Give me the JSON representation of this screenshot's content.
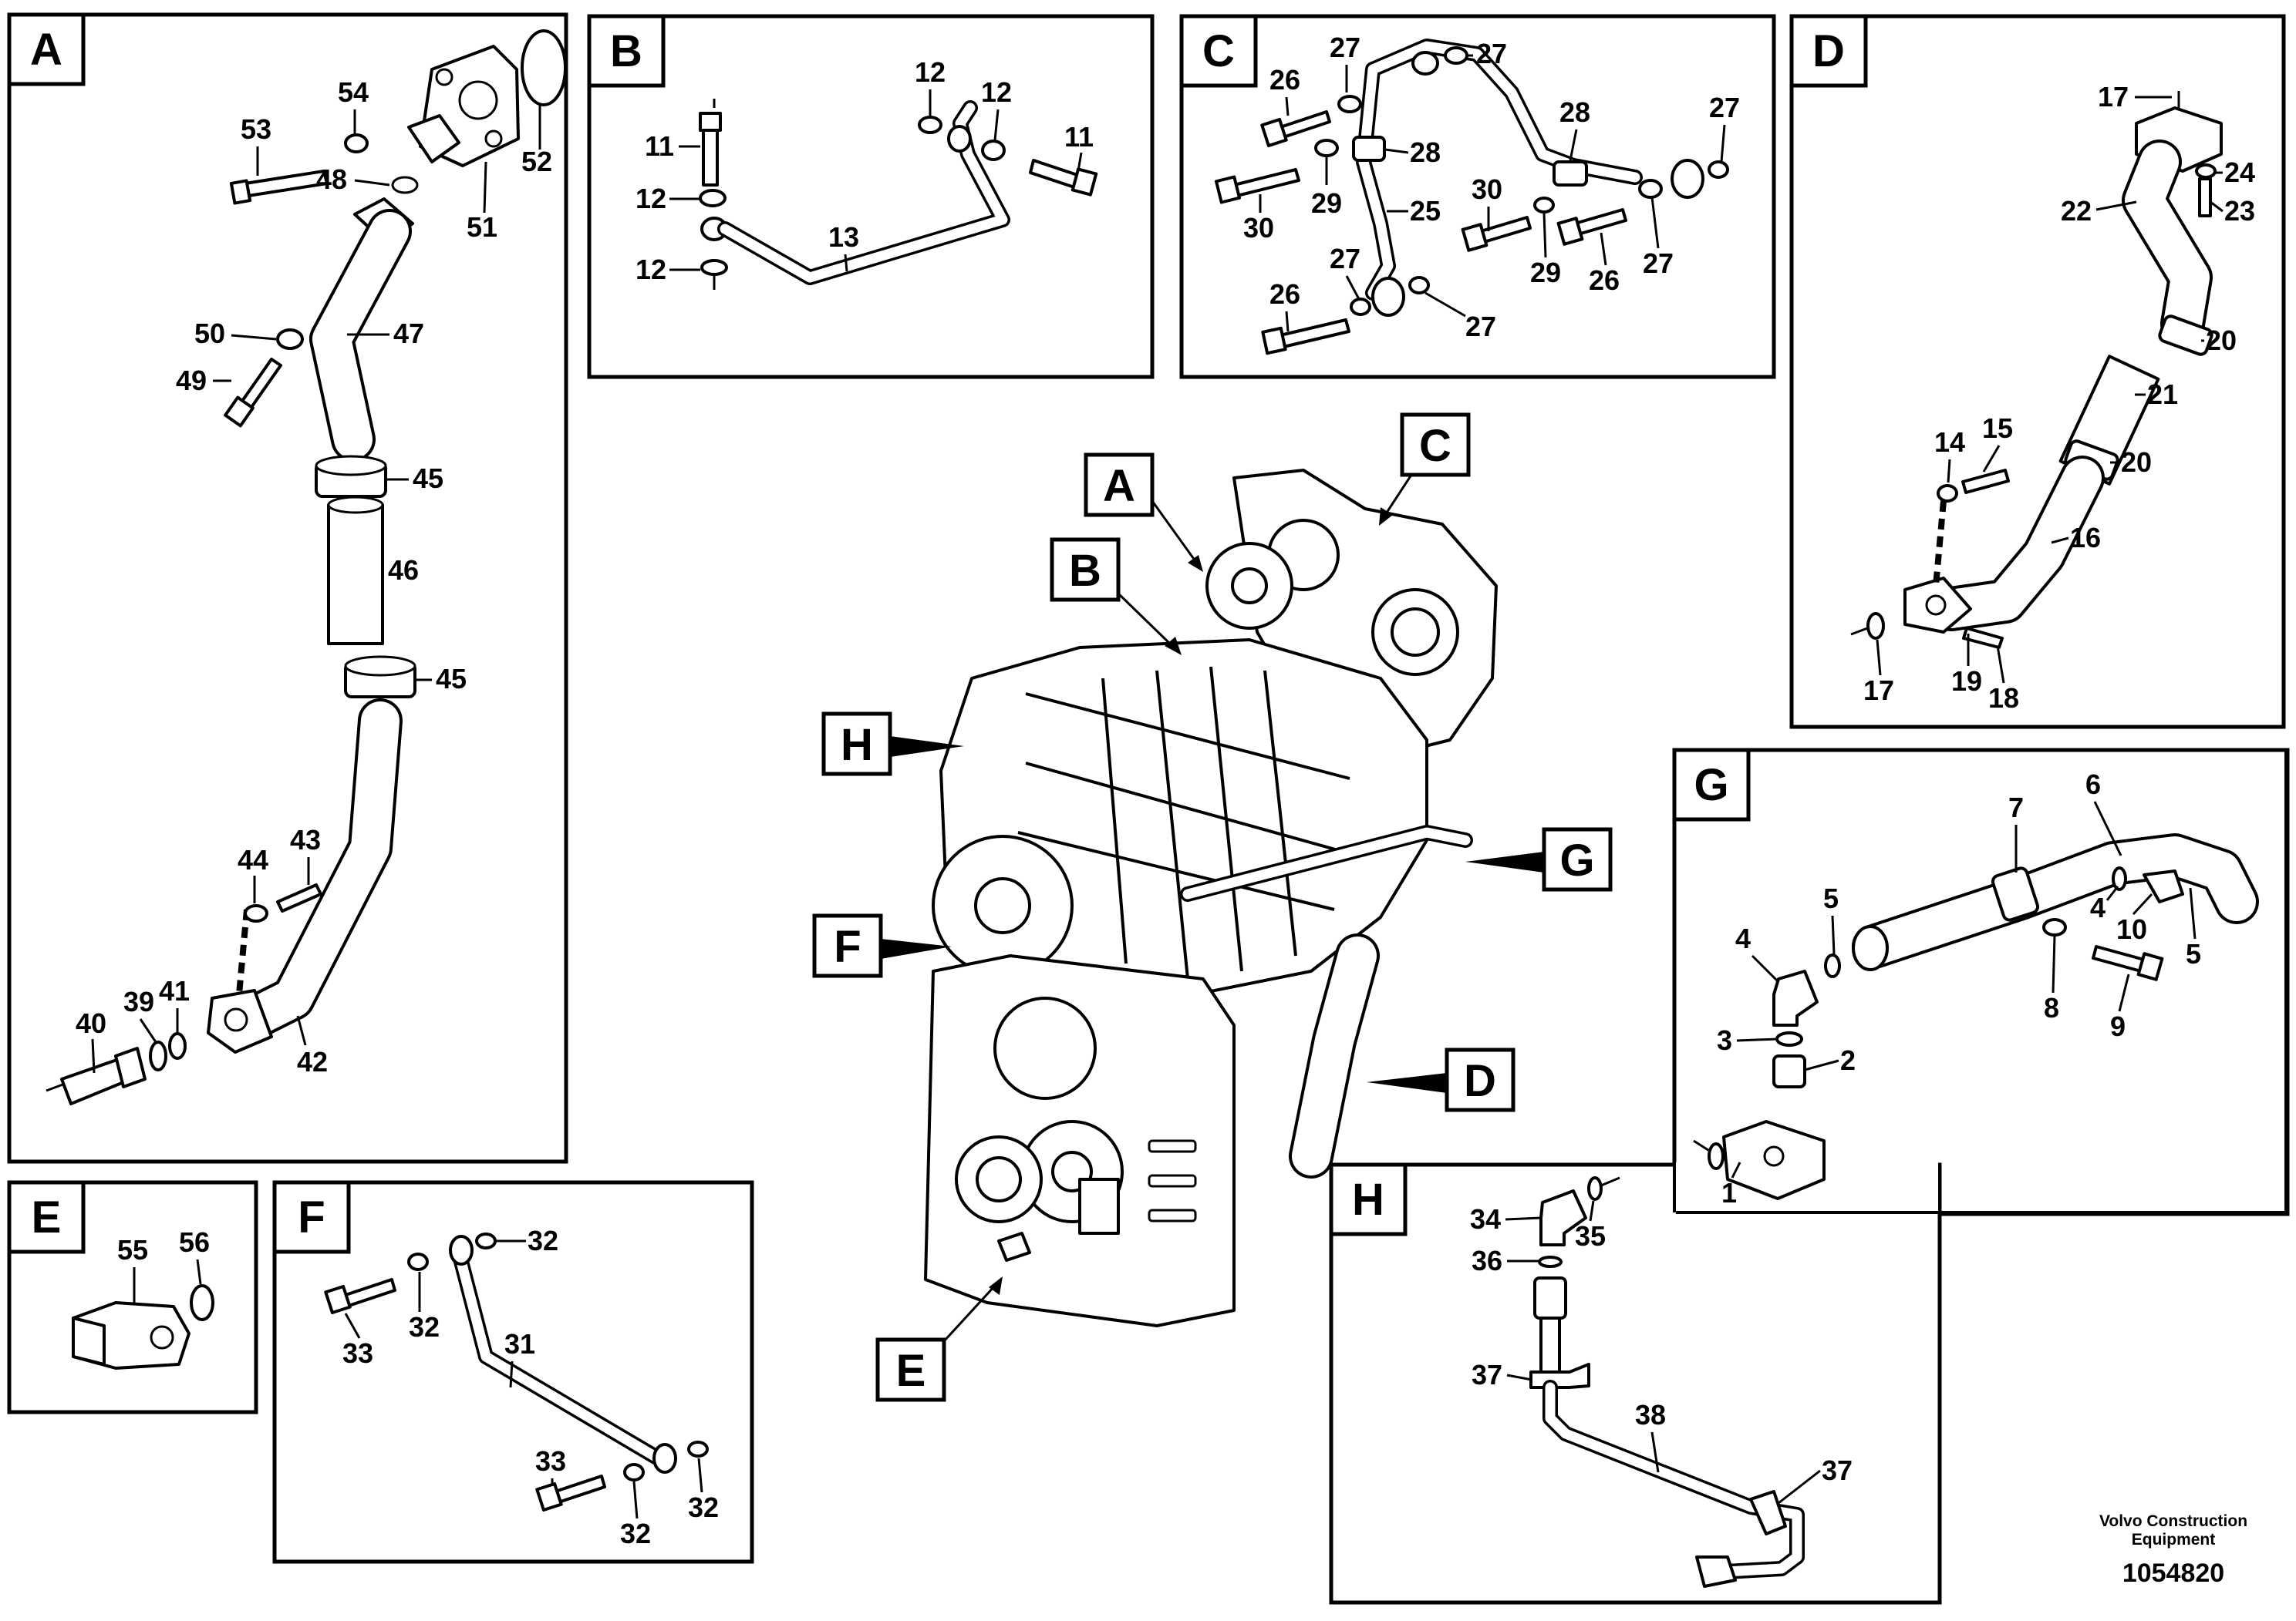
{
  "panels": {
    "A": {
      "tag": "A",
      "callouts": [
        "53",
        "54",
        "48",
        "52",
        "51",
        "50",
        "47",
        "49",
        "45",
        "46",
        "45",
        "44",
        "43",
        "40",
        "39",
        "41",
        "42"
      ]
    },
    "B": {
      "tag": "B",
      "callouts": [
        "11",
        "12",
        "12",
        "13",
        "12",
        "12",
        "11"
      ]
    },
    "C": {
      "tag": "C",
      "callouts": [
        "27",
        "27",
        "26",
        "28",
        "29",
        "30",
        "25",
        "30",
        "29",
        "26",
        "28",
        "27",
        "27",
        "26",
        "27",
        "27"
      ]
    },
    "D": {
      "tag": "D",
      "callouts": [
        "17",
        "24",
        "22",
        "23",
        "20",
        "21",
        "14",
        "15",
        "20",
        "16",
        "17",
        "19",
        "18"
      ]
    },
    "E": {
      "tag": "E",
      "callouts": [
        "55",
        "56"
      ]
    },
    "F": {
      "tag": "F",
      "callouts": [
        "32",
        "33",
        "32",
        "31",
        "33",
        "32",
        "32"
      ]
    },
    "G": {
      "tag": "G",
      "callouts": [
        "7",
        "6",
        "5",
        "4",
        "4",
        "10",
        "5",
        "3",
        "2",
        "8",
        "9",
        "1"
      ]
    },
    "H": {
      "tag": "H",
      "callouts": [
        "34",
        "35",
        "36",
        "37",
        "38",
        "37"
      ]
    }
  },
  "overview_tags": [
    "A",
    "B",
    "C",
    "H",
    "G",
    "F",
    "D",
    "E"
  ],
  "footer": {
    "brand_line1": "Volvo Construction",
    "brand_line2": "Equipment",
    "drawing_number": "1054820"
  }
}
